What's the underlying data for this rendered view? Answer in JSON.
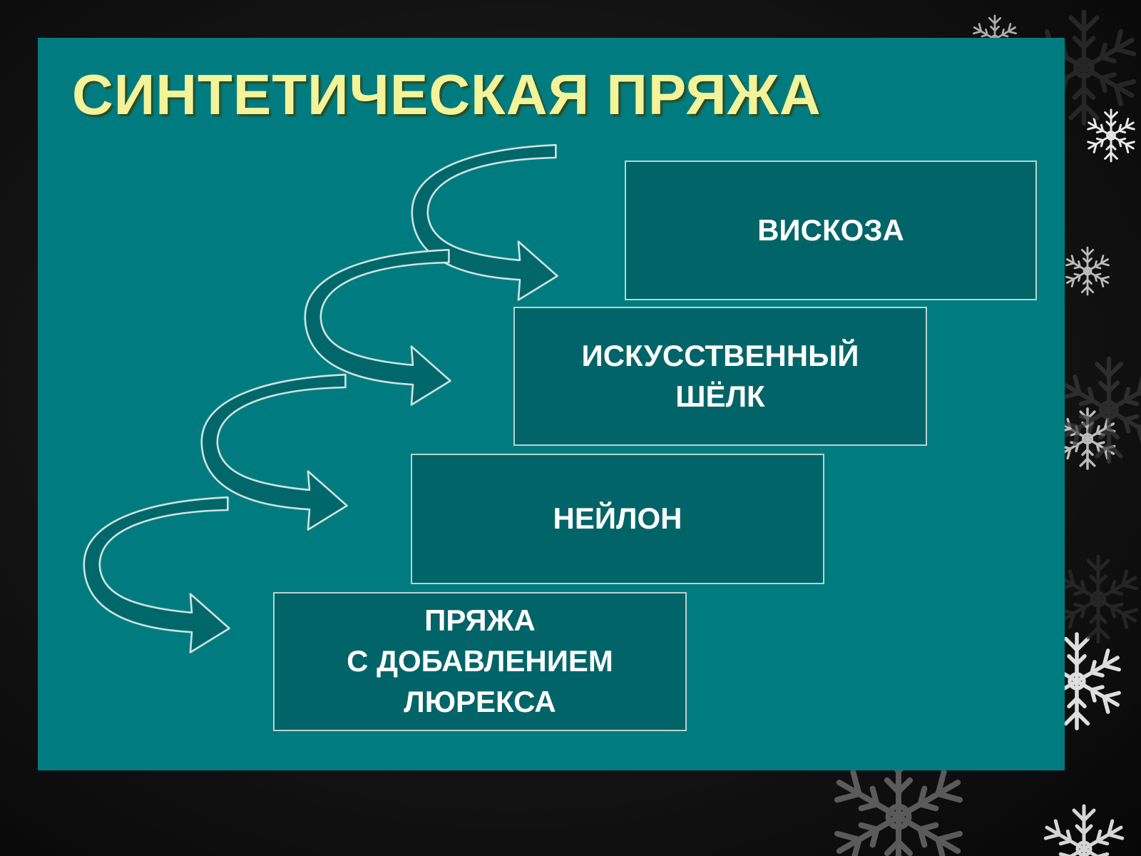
{
  "slide": {
    "title": "СИНТЕТИЧЕСКАЯ ПРЯЖА",
    "items": [
      {
        "id": "viscose",
        "label": "ВИСКОЗА"
      },
      {
        "id": "artificial-silk",
        "label": "ИСКУССТВЕННЫЙ\nШЁЛК"
      },
      {
        "id": "nylon",
        "label": "НЕЙЛОН"
      },
      {
        "id": "lurex-yarn",
        "label": "ПРЯЖА\nС ДОБАВЛЕНИЕМ\nЛЮРЕКСА"
      }
    ]
  },
  "colors": {
    "slide_background": "#007c80",
    "box_fill": "#006468",
    "box_border": "#b9d3cf",
    "title_text": "#f3f39a",
    "box_text": "#ffffff",
    "page_background": "#141414",
    "arrow_fill": "#00676b"
  },
  "decorations": [
    "snowflake-icon"
  ]
}
